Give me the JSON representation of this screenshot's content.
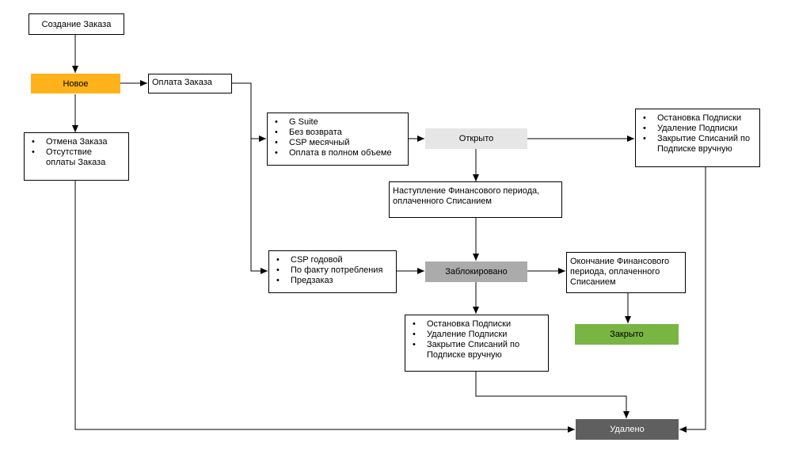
{
  "diagram": {
    "colors": {
      "new": "#FFB21A",
      "open": "#E6E6E6",
      "blocked": "#ABABAB",
      "closed": "#79B543",
      "deleted": "#5F5F5F"
    },
    "nodes": {
      "create": {
        "label": "Создание Заказа"
      },
      "new": {
        "label": "Новое"
      },
      "payment": {
        "label": "Оплата Заказа"
      },
      "cancel_reasons": {
        "items": [
          "Отмена Заказа",
          "Отсутствие",
          "оплаты Заказа"
        ]
      },
      "open_conditions": {
        "items": [
          "G Suite",
          "Без возврата",
          "CSP месячный",
          "Оплата в полном объеме"
        ]
      },
      "open": {
        "label": "Открыто"
      },
      "stop_after_open": {
        "items": [
          "Остановка Подписки",
          "Удаление Подписки",
          "Закрытие Списаний по",
          "Подписке вручную"
        ]
      },
      "fin_period": {
        "lines": [
          "Наступление Финансового периода,",
          "оплаченного Списанием"
        ]
      },
      "block_conditions": {
        "items": [
          "CSP годовой",
          "По факту потребления",
          "Предзаказ"
        ]
      },
      "blocked": {
        "label": "Заблокировано"
      },
      "fin_end": {
        "lines": [
          "Окончание Финансового",
          "периода, оплаченного",
          "Списанием"
        ]
      },
      "closed": {
        "label": "Закрыто"
      },
      "stop_after_block": {
        "items": [
          "Остановка Подписки",
          "Удаление Подписки",
          "Закрытие Списаний по",
          "Подписке вручную"
        ]
      },
      "deleted": {
        "label": "Удалено"
      }
    }
  }
}
